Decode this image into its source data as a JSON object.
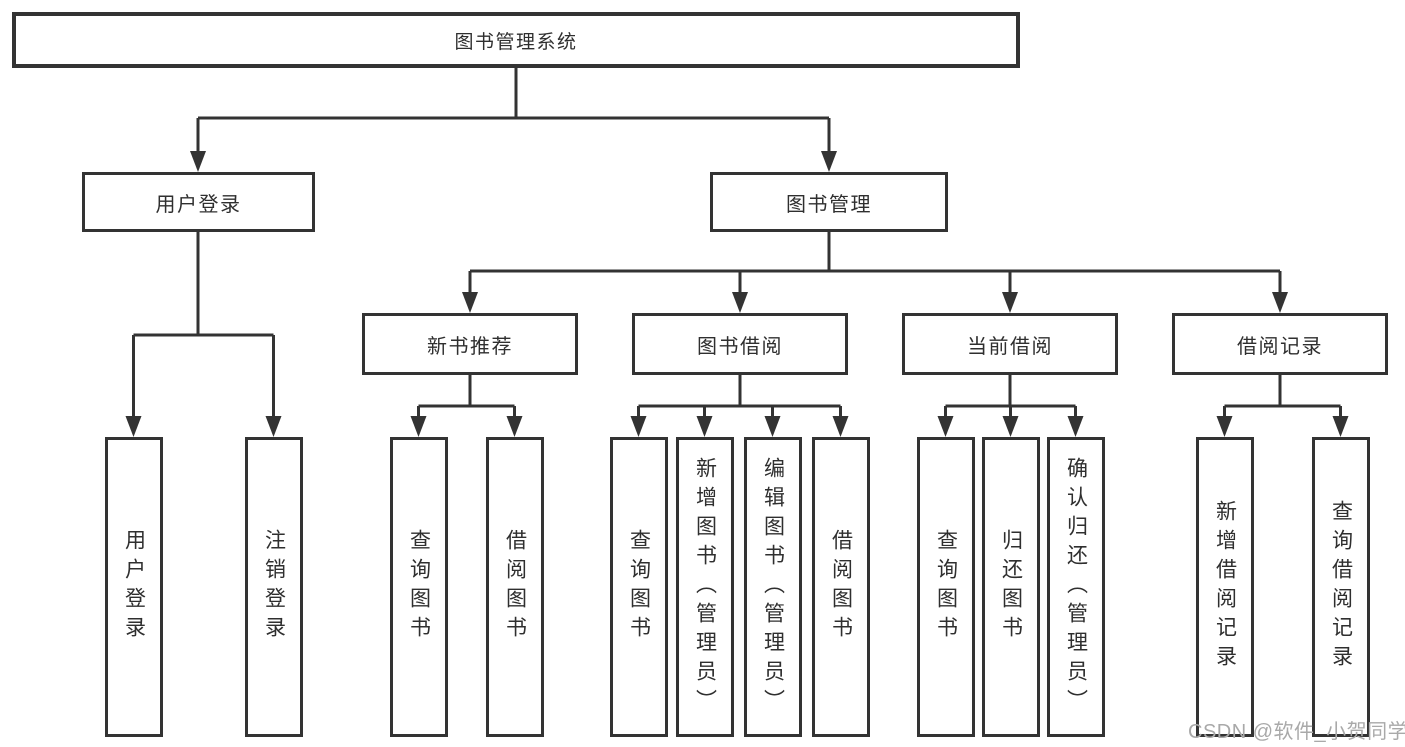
{
  "tree": {
    "label": "图书管理系统",
    "children": [
      {
        "label": "用户登录",
        "children": [
          {
            "label": "用户登录"
          },
          {
            "label": "注销登录"
          }
        ]
      },
      {
        "label": "图书管理",
        "children": [
          {
            "label": "新书推荐",
            "children": [
              {
                "label": "查询图书"
              },
              {
                "label": "借阅图书"
              }
            ]
          },
          {
            "label": "图书借阅",
            "children": [
              {
                "label": "查询图书"
              },
              {
                "label": "新增图书（管理员）"
              },
              {
                "label": "编辑图书（管理员）"
              },
              {
                "label": "借阅图书"
              }
            ]
          },
          {
            "label": "当前借阅",
            "children": [
              {
                "label": "查询图书"
              },
              {
                "label": "归还图书"
              },
              {
                "label": "确认归还（管理员）"
              }
            ]
          },
          {
            "label": "借阅记录",
            "children": [
              {
                "label": "新增借阅记录"
              },
              {
                "label": "查询借阅记录"
              }
            ]
          }
        ]
      }
    ]
  },
  "colors": {
    "line": "#333333",
    "text": "#2f2f2f",
    "watermark": "#a9a9a9"
  },
  "watermark": {
    "text": "CSDN @软件_小贺同学"
  }
}
